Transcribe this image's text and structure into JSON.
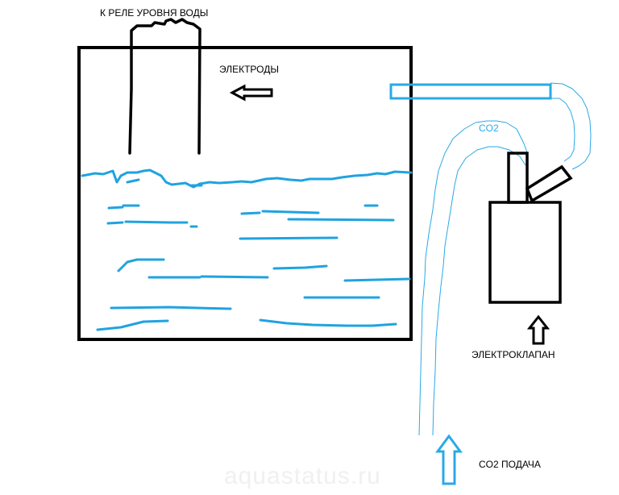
{
  "labels": {
    "relay": "К РЕЛЕ УРОВНЯ ВОДЫ",
    "electrodes": "ЭЛЕКТРОДЫ",
    "co2_tube": "CO2",
    "valve": "ЭЛЕКТРОКЛАПАН",
    "co2_supply": "CO2 ПОДАЧА",
    "watermark": "aquastatus.ru"
  },
  "colors": {
    "black": "#000000",
    "water": "#1fa3e0",
    "tube": "#2aa9e6",
    "watermark": "#f0f0f0"
  }
}
